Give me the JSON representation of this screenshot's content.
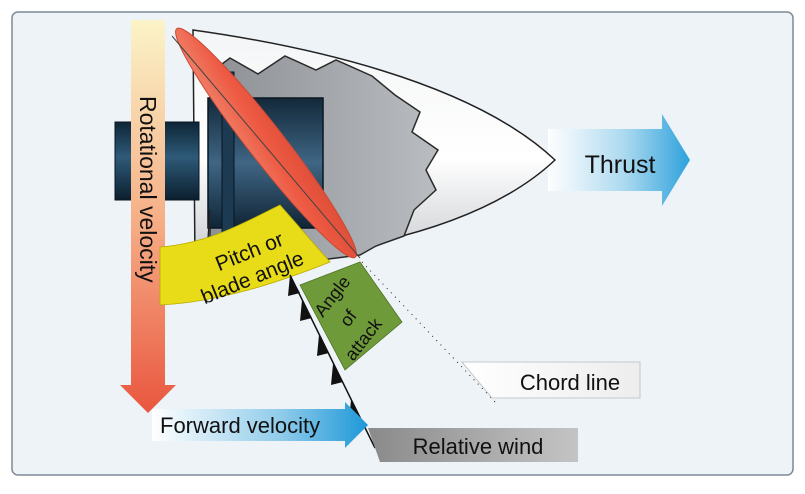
{
  "labels": {
    "thrust": "Thrust",
    "rotational_velocity": "Rotational velocity",
    "pitch_line1": "Pitch or",
    "pitch_line2": "blade angle",
    "angle_line1": "Angle",
    "angle_line2": "of",
    "angle_line3": "attack",
    "chord_line": "Chord line",
    "forward_velocity": "Forward velocity",
    "relative_wind": "Relative wind"
  },
  "colors": {
    "background": "#eef3f8",
    "frame": "#7d8a95",
    "blade": "#ee5a43",
    "pitch_band": "#e8dc18",
    "angle_band": "#6f9a3a",
    "arrow_blue": "#2ea2dc",
    "arrow_red": "#e9563f",
    "shaft": "#173a52"
  }
}
